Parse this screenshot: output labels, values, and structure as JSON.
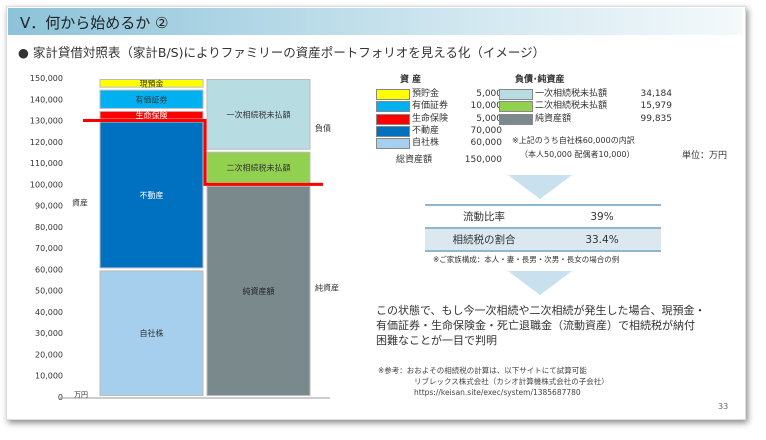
{
  "header": {
    "title": "V．何から始めるか ②",
    "subtitle": "家計貸借対照表（家計B/S)によりファミリーの資産ポートフォリオを見える化（イメージ）"
  },
  "chart_data": {
    "type": "bar",
    "stacked": true,
    "categories": [
      "資産",
      "負債・純資産"
    ],
    "ylim": [
      0,
      150000
    ],
    "yticks": [
      "0",
      "10,000",
      "20,000",
      "30,000",
      "40,000",
      "50,000",
      "60,000",
      "70,000",
      "80,000",
      "90,000",
      "100,000",
      "110,000",
      "120,000",
      "130,000",
      "140,000",
      "150,000"
    ],
    "yunit": "万円",
    "assets": [
      {
        "name": "自社株",
        "value": 60000,
        "color": "#a6cfee",
        "text": "#333"
      },
      {
        "name": "不動産",
        "value": 70000,
        "color": "#0070c0",
        "text": "#fff"
      },
      {
        "name": "生命保険",
        "value": 5000,
        "color": "#ff0000",
        "text": "#fff"
      },
      {
        "name": "有価証券",
        "value": 10000,
        "color": "#00b0f0",
        "text": "#333"
      },
      {
        "name": "現預金",
        "value": 5000,
        "color": "#ffff00",
        "text": "#333"
      }
    ],
    "liabilities": [
      {
        "name": "純資産額",
        "value": 99835,
        "color": "#7a8a8c",
        "text": "#222"
      },
      {
        "name": "二次相続税未払額",
        "value": 15979,
        "color": "#92d050",
        "text": "#333"
      },
      {
        "name": "一次相続税未払額",
        "value": 34184,
        "color": "#b7dde2",
        "text": "#333"
      }
    ],
    "side_labels": {
      "assets": "資産",
      "debt": "負債",
      "equity": "純資産"
    },
    "red_line_levels": [
      130000,
      100000
    ]
  },
  "legend": {
    "assets_header": "資 産",
    "debt_header": "負債･純資産",
    "assets": [
      {
        "name": "預貯金",
        "value": "5,000",
        "color": "#ffff00"
      },
      {
        "name": "有価証券",
        "value": "10,000",
        "color": "#00b0f0"
      },
      {
        "name": "生命保険",
        "value": "5,000",
        "color": "#ff0000"
      },
      {
        "name": "不動産",
        "value": "70,000",
        "color": "#0070c0"
      },
      {
        "name": "自社株",
        "value": "60,000",
        "color": "#a6cfee"
      }
    ],
    "total_label": "総資産額",
    "total_value": "150,000",
    "debt": [
      {
        "name": "一次相続税未払額",
        "value": "34,184",
        "color": "#b7dde2"
      },
      {
        "name": "二次相続税未払額",
        "value": "15,979",
        "color": "#92d050"
      },
      {
        "name": "純資産額",
        "value": "99,835",
        "color": "#7a8a8c"
      }
    ],
    "note1": "※上記のうち自社株60,000の内訳",
    "note2": "（本人50,000  配偶者10,000）",
    "unit": "単位：万円"
  },
  "table": [
    {
      "label": "流動比率",
      "value": "39%"
    },
    {
      "label": "相続税の割合",
      "value": "33.4%"
    }
  ],
  "family_note": "※ご家族構成：本人・妻・長男・次男・長女の場合の例",
  "conclusion": [
    "この状態で、もし今一次相続や二次相続が発生した場合、現預金・",
    "有価証券・生命保険金・死亡退職金（流動資産）で相続税が納付",
    "困難なことが一目で判明"
  ],
  "reference": [
    "※参考：おおよその相続税の計算は、以下サイトにて試算可能",
    "リブレックス株式会社（カシオ計算機株式会社の子会社）",
    "https://keisan.site/exec/system/1385687780"
  ],
  "page_number": "33"
}
